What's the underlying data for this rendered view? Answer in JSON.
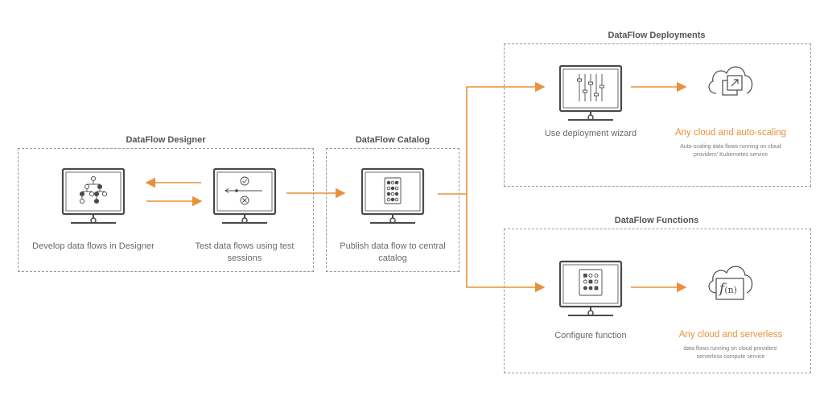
{
  "designer": {
    "title": "DataFlow Designer",
    "step1_caption": "Develop data flows in Designer",
    "step2_caption": "Test data flows using test sessions"
  },
  "catalog": {
    "title": "DataFlow Catalog",
    "caption": "Publish data flow to central catalog"
  },
  "deployments": {
    "title": "DataFlow Deployments",
    "caption": "Use deployment wizard",
    "target_title": "Any cloud and auto-scaling",
    "target_desc": "Auto-scaling data flows running on cloud providers' Kubernetes service"
  },
  "functions": {
    "title": "DataFlow Functions",
    "caption": "Configure function",
    "target_title": "Any cloud and serverless",
    "target_desc": "data flows running on cloud providers' serverless compute service",
    "function_symbol": "f",
    "function_subscript": "(n)"
  },
  "colors": {
    "accent": "#e8913a",
    "line": "#4a4a4a",
    "dash": "#9a9a9a"
  },
  "icons": [
    "monitor-icon",
    "tree-icon",
    "check-icon",
    "cancel-icon",
    "catalog-icon",
    "sliders-icon",
    "grid-icon",
    "cloud-icon",
    "external-link-icon",
    "function-icon"
  ]
}
